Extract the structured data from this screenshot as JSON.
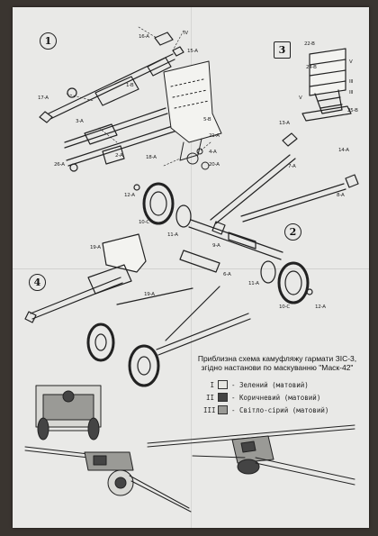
{
  "steps": [
    "1",
    "3",
    "2",
    "4"
  ],
  "part_labels": {
    "p16A": "16-A",
    "pIV": "IV",
    "p15A": "15-A",
    "p17A": "17-A",
    "p18": "1-B",
    "p3A": "3-A",
    "p2A": "2-A",
    "p26A": "26-A",
    "p5B": "5-B",
    "p21A": "21-A",
    "p18A": "18-A",
    "p4A": "4-A",
    "p20A": "20-A",
    "p13A": "13-A",
    "p7A": "7-A",
    "p14A": "14-A",
    "p8A": "8-A",
    "p12Aa": "12-A",
    "p10C": "10-C",
    "p11A": "11-A",
    "p9A": "9-A",
    "p6A": "6-A",
    "p19A": "19-A",
    "p19Ab": "19-A",
    "p11Ab": "11-A",
    "p10Cb": "10-C",
    "p12Ab": "12-A",
    "p22B": "22-B",
    "p24B": "24-B",
    "p25B": "25-B",
    "pV1": "V",
    "pIII1": "III",
    "pV2": "V",
    "pIII2": "III"
  },
  "camo": {
    "title_line1": "Приблизна схема камуфляжу гармати ЗІС-3,",
    "title_line2": "згідно настанови по маскуванню \"Маск-42\"",
    "legend": [
      {
        "numeral": "I",
        "label": "- Зелений (матовий)",
        "color": "#e6e6e2"
      },
      {
        "numeral": "II",
        "label": "- Коричневий (матовий)",
        "color": "#444444"
      },
      {
        "numeral": "III",
        "label": "- Світло-сірий (матовий)",
        "color": "#9a9a96"
      }
    ]
  }
}
